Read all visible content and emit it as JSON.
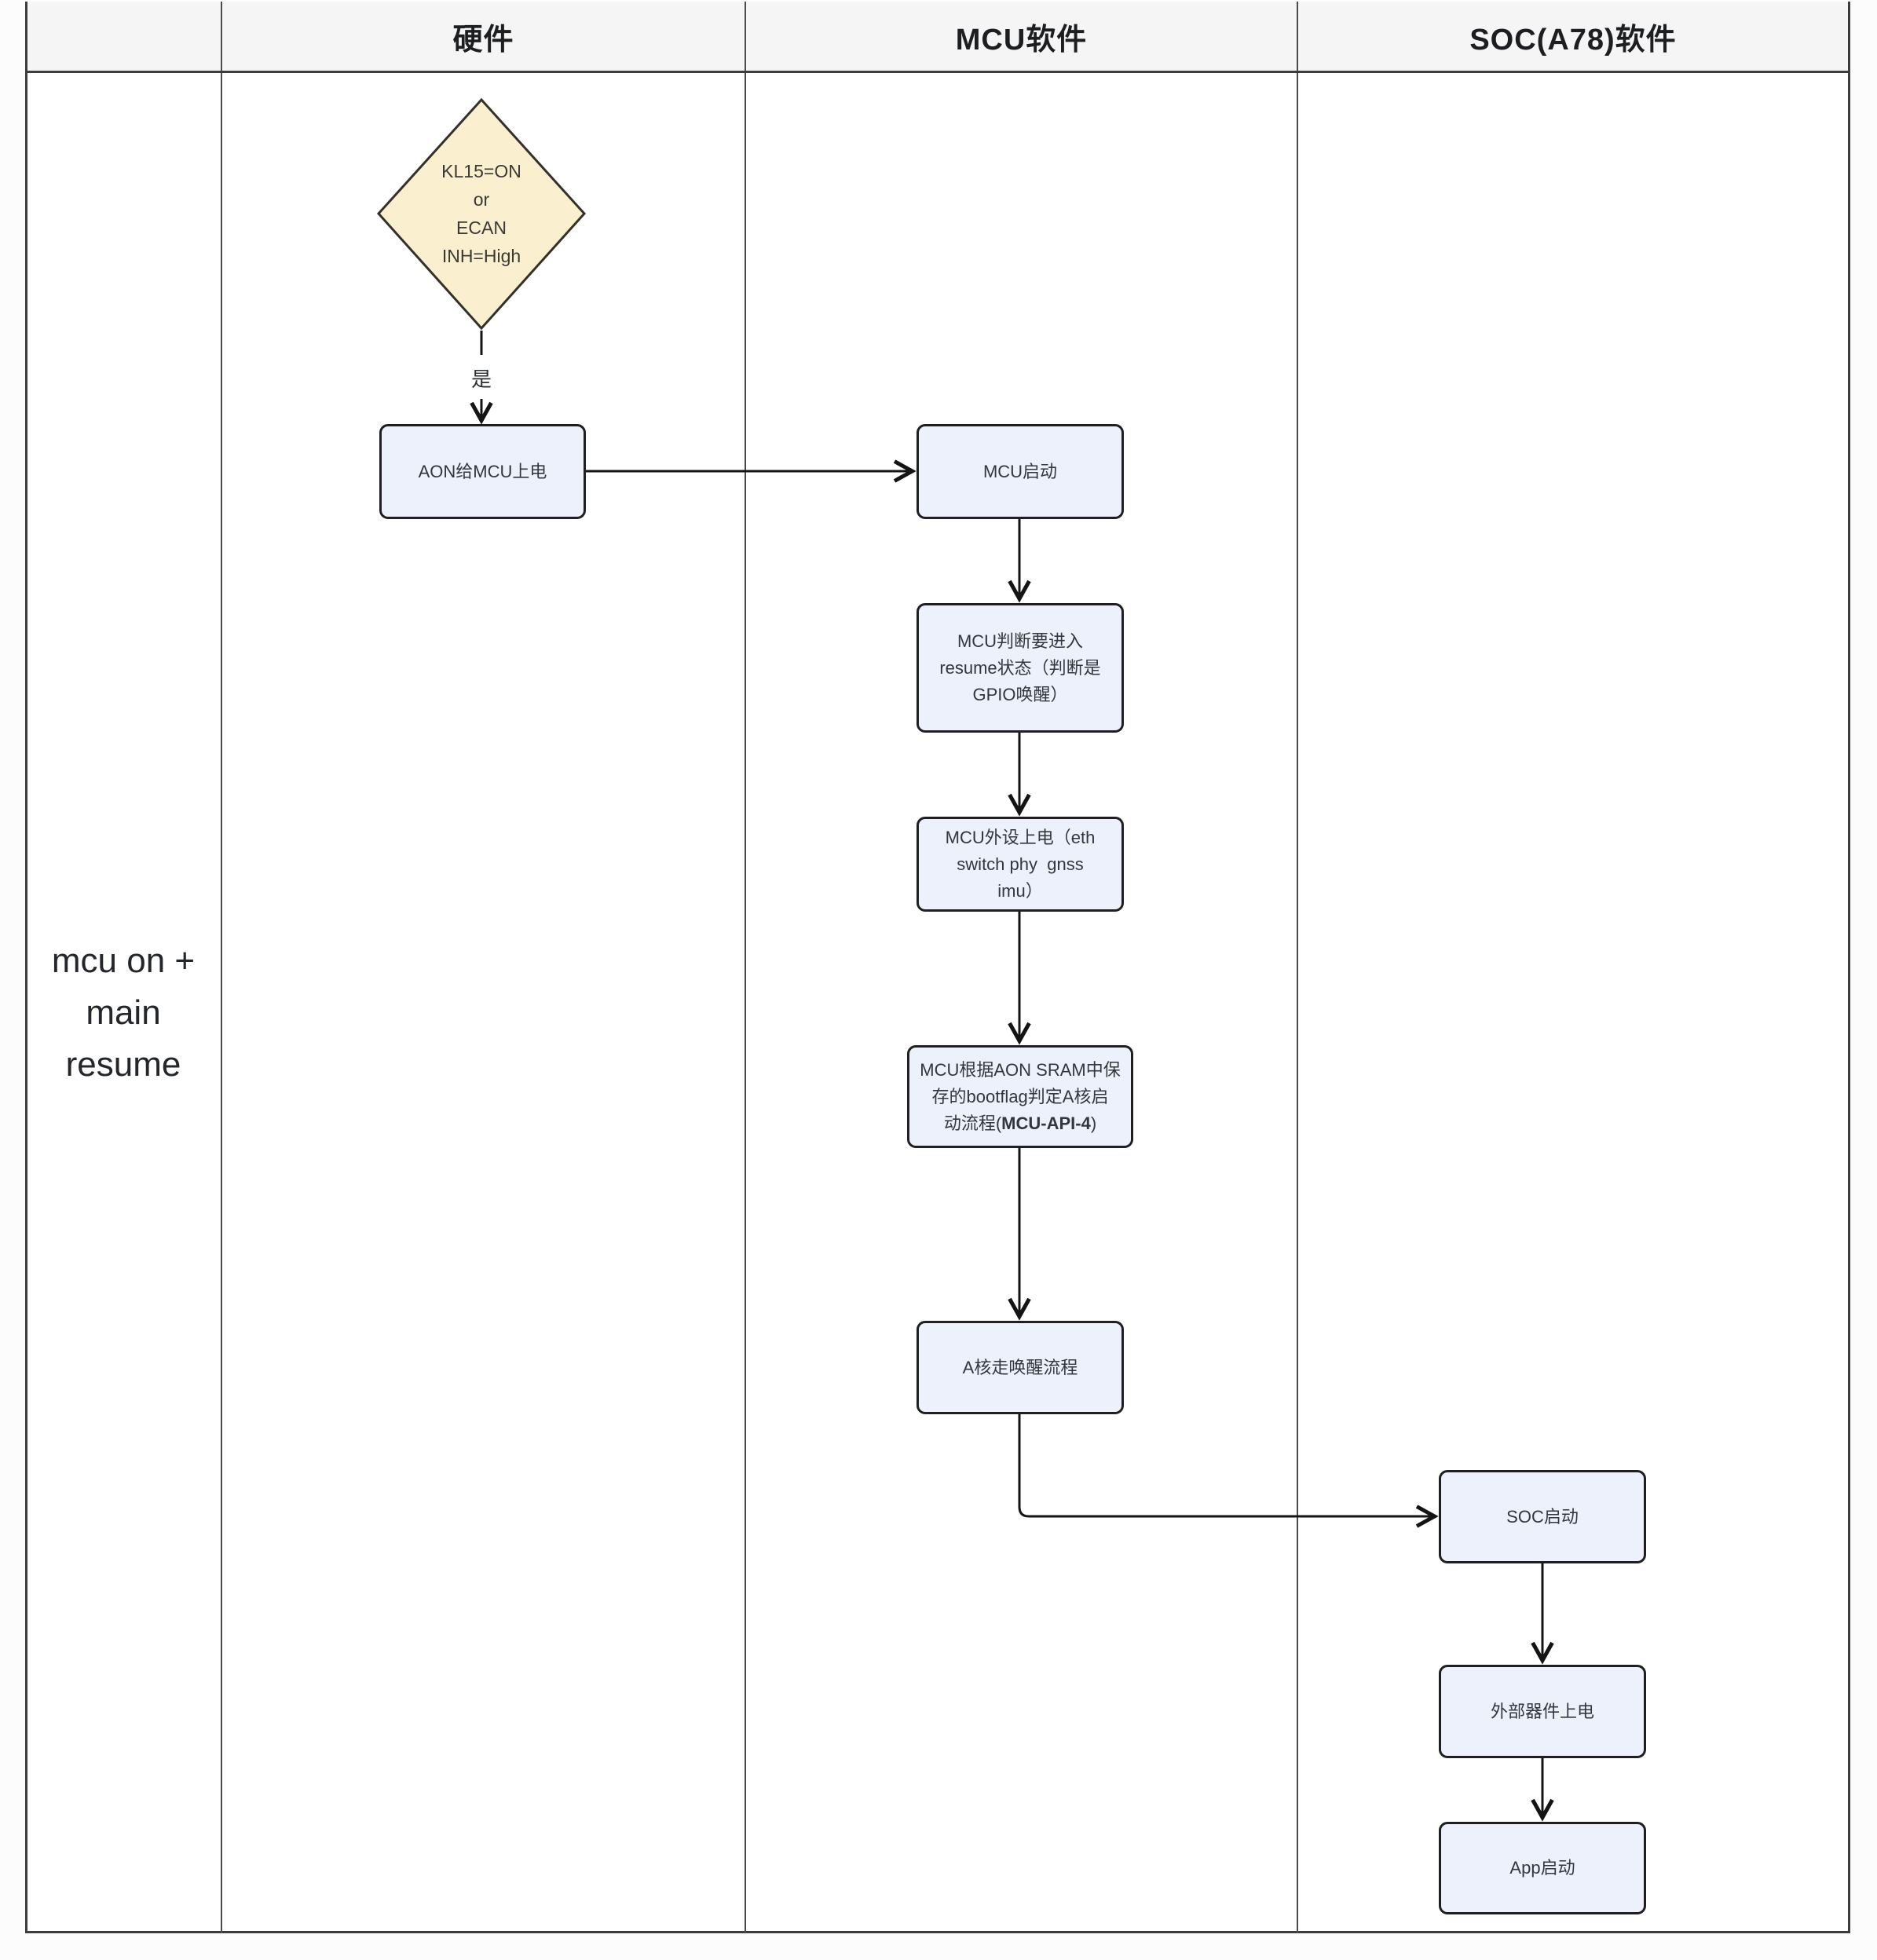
{
  "header": {
    "row_label_column": "",
    "columns": [
      "硬件",
      "MCU软件",
      "SOC(A78)软件"
    ]
  },
  "row": {
    "label": "mcu on +\nmain\nresume"
  },
  "nodes": {
    "decision": {
      "label": "KL15=ON\nor\nECAN\nINH=High"
    },
    "aon_power": {
      "label": "AON给MCU上电"
    },
    "mcu_boot": {
      "label": "MCU启动"
    },
    "mcu_judge": {
      "label": "MCU判断要进入\nresume状态（判断是\nGPIO唤醒）"
    },
    "mcu_periph": {
      "label": "MCU外设上电（eth\nswitch phy  gnss\nimu）"
    },
    "bootflag": {
      "text_before": "MCU根据AON SRAM中保\n存的bootflag判定A核启\n动流程(",
      "text_bold": "MCU-API-4",
      "text_after": ")"
    },
    "a_core": {
      "label": "A核走唤醒流程"
    },
    "soc_boot": {
      "label": "SOC启动"
    },
    "ext_power": {
      "label": "外部器件上电"
    },
    "app_boot": {
      "label": "App启动"
    }
  },
  "edges": {
    "decision_yes_label": "是"
  },
  "colors": {
    "node_fill": "#edf1fb",
    "node_border": "#1f1f1f",
    "decision_fill": "#faf0d0",
    "decision_border": "#34302a",
    "header_fill": "#f5f5f5",
    "table_border": "#3c3c3c",
    "grid_line": "#4b4b4b",
    "arrow": "#141414",
    "text": "#2e3338"
  }
}
